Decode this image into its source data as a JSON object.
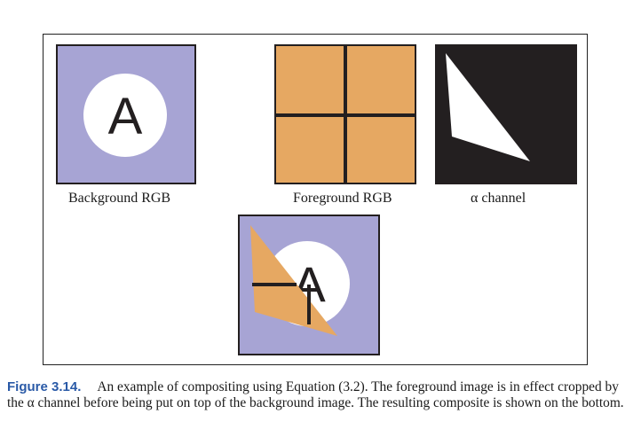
{
  "panels": {
    "background": {
      "label": "Background RGB",
      "glyph": "A"
    },
    "foreground": {
      "label": "Foreground RGB"
    },
    "alpha": {
      "label": "α channel"
    },
    "composite": {
      "glyph": "A"
    }
  },
  "caption": {
    "label": "Figure 3.14.",
    "text": "An example of compositing using Equation (3.2). The foreground image is in effect cropped by the α channel before being put on top of the background image. The resulting composite is shown on the bottom."
  },
  "colors": {
    "background": "#a7a4d4",
    "foreground": "#e6a862",
    "alpha_black": "#231f20",
    "white": "#ffffff",
    "caption_label": "#2a5aa7"
  }
}
